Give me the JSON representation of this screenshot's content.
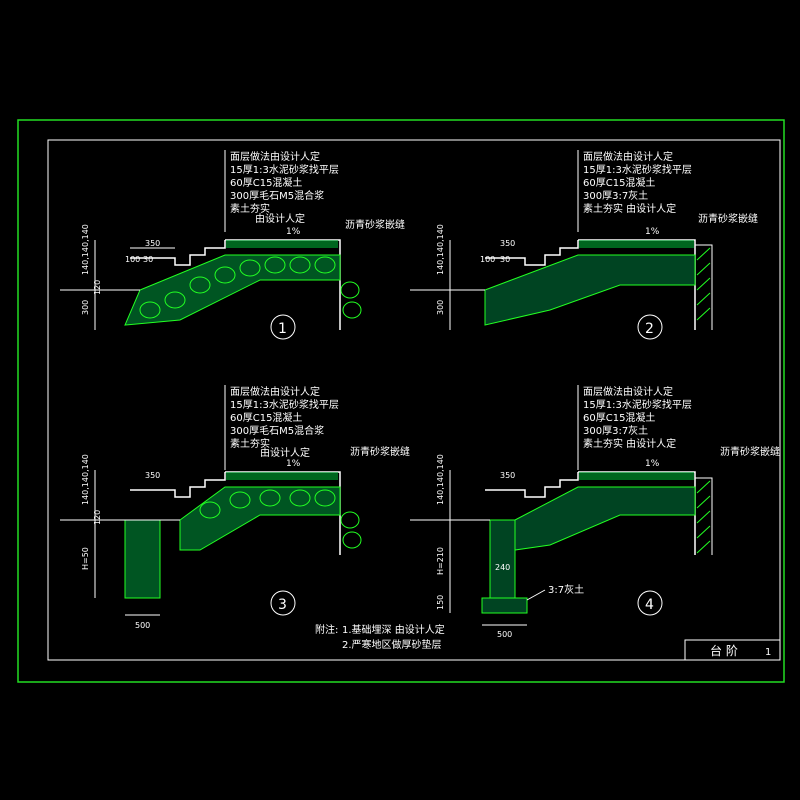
{
  "layer_labels_a": [
    "面层做法由设计人定",
    "15厚1:3水泥砂浆找平层",
    "60厚C15混凝土",
    "300厚毛石M5混合浆",
    "素土夯实"
  ],
  "layer_labels_b": [
    "面层做法由设计人定",
    "15厚1:3水泥砂浆找平层",
    "60厚C15混凝土",
    "300厚3:7灰土",
    "素土夯实 由设计人定"
  ],
  "edge_label": "沥青砂浆嵌缝",
  "by_designer": "由设计人定",
  "slope": "1%",
  "dims": {
    "top": "350",
    "step_w": "30",
    "step_h": "100",
    "rise": "140,140,140",
    "d120": "120",
    "d300": "300",
    "h_var3": "H=50",
    "h_var4": "H=210",
    "d240": "240",
    "d150": "150",
    "w500": "500"
  },
  "fill_label": "3:7灰土",
  "detail_numbers": [
    "1",
    "2",
    "3",
    "4"
  ],
  "notes": {
    "title": "附注:",
    "line1": "1.基础埋深 由设计人定",
    "line2": "2.严寒地区做厚砂垫层"
  },
  "title_block": {
    "name": "台 阶",
    "sheet": "1"
  },
  "colors": {
    "frame": "#22dd22",
    "line": "#ffffff",
    "hatch": "#22ff22",
    "text": "#ffffff"
  }
}
